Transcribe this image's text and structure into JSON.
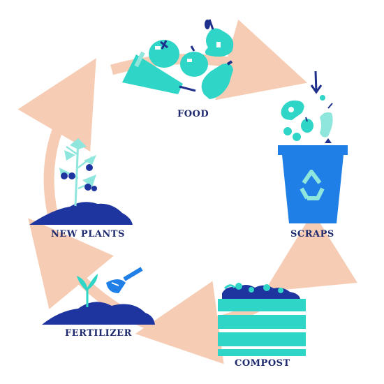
{
  "labels": {
    "food": "FOOD",
    "scraps": "SCRAPS",
    "compost": "COMPOST",
    "fertilizer": "FERTILIZER",
    "new_plants": "NEW PLANTS"
  },
  "colors": {
    "arrow": "#f6cdb4",
    "navy": "#1e2f8c",
    "teal": "#2fd5c6",
    "teal_light": "#8fe6dc",
    "bin_blue": "#1f7fe6",
    "ground": "#1e35a0",
    "label_text": "#1e2a6e"
  },
  "icons": [
    "fruit-vegetable-icon",
    "food-scraps-icon",
    "recycle-bin-icon",
    "compost-crate-icon",
    "trowel-icon",
    "sprout-icon",
    "tomato-plant-icon"
  ]
}
